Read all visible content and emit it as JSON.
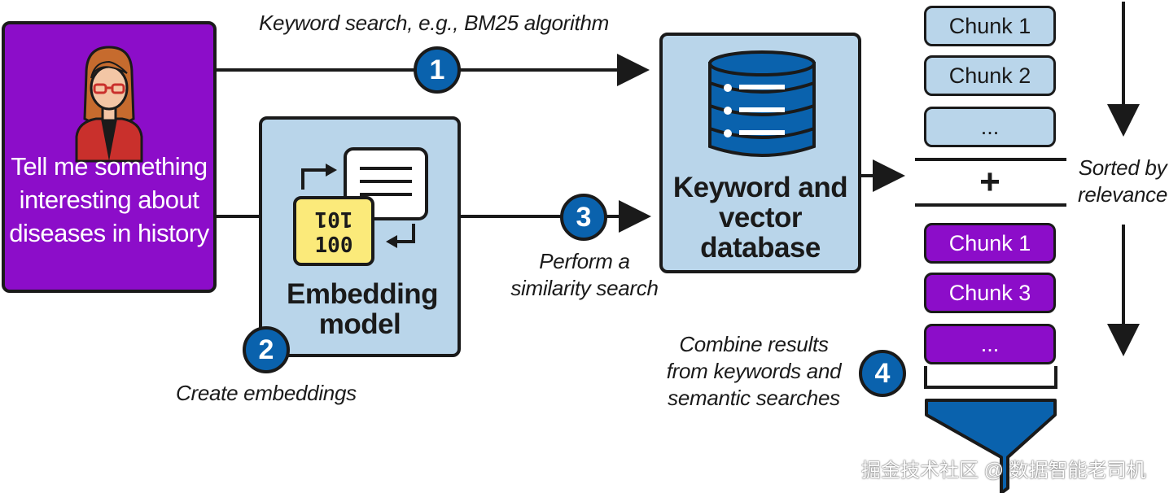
{
  "query": {
    "text": "Tell me something interesting about diseases in history"
  },
  "embedding": {
    "title": "Embedding model",
    "bits_top": "101",
    "bits_bottom": "100"
  },
  "database": {
    "title": "Keyword and vector database"
  },
  "captions": {
    "keyword_search": "Keyword search, e.g., BM25 algorithm",
    "create_embeddings": "Create embeddings",
    "similarity_search": "Perform a similarity search",
    "combine_results": "Combine results from keywords and semantic searches",
    "sorted": "Sorted by relevance"
  },
  "steps": [
    "1",
    "2",
    "3",
    "4"
  ],
  "keyword_chunks": [
    "Chunk 1",
    "Chunk 2",
    "..."
  ],
  "plus_sign": "+",
  "semantic_chunks": [
    "Chunk 1",
    "Chunk 3",
    "..."
  ],
  "watermark": "掘金技术社区 @ 数据智能老司机",
  "colors": {
    "purple": "#8c0dc9",
    "light_blue": "#b9d5ea",
    "step_blue": "#0a62ad",
    "funnel_blue": "#0a62ad"
  }
}
